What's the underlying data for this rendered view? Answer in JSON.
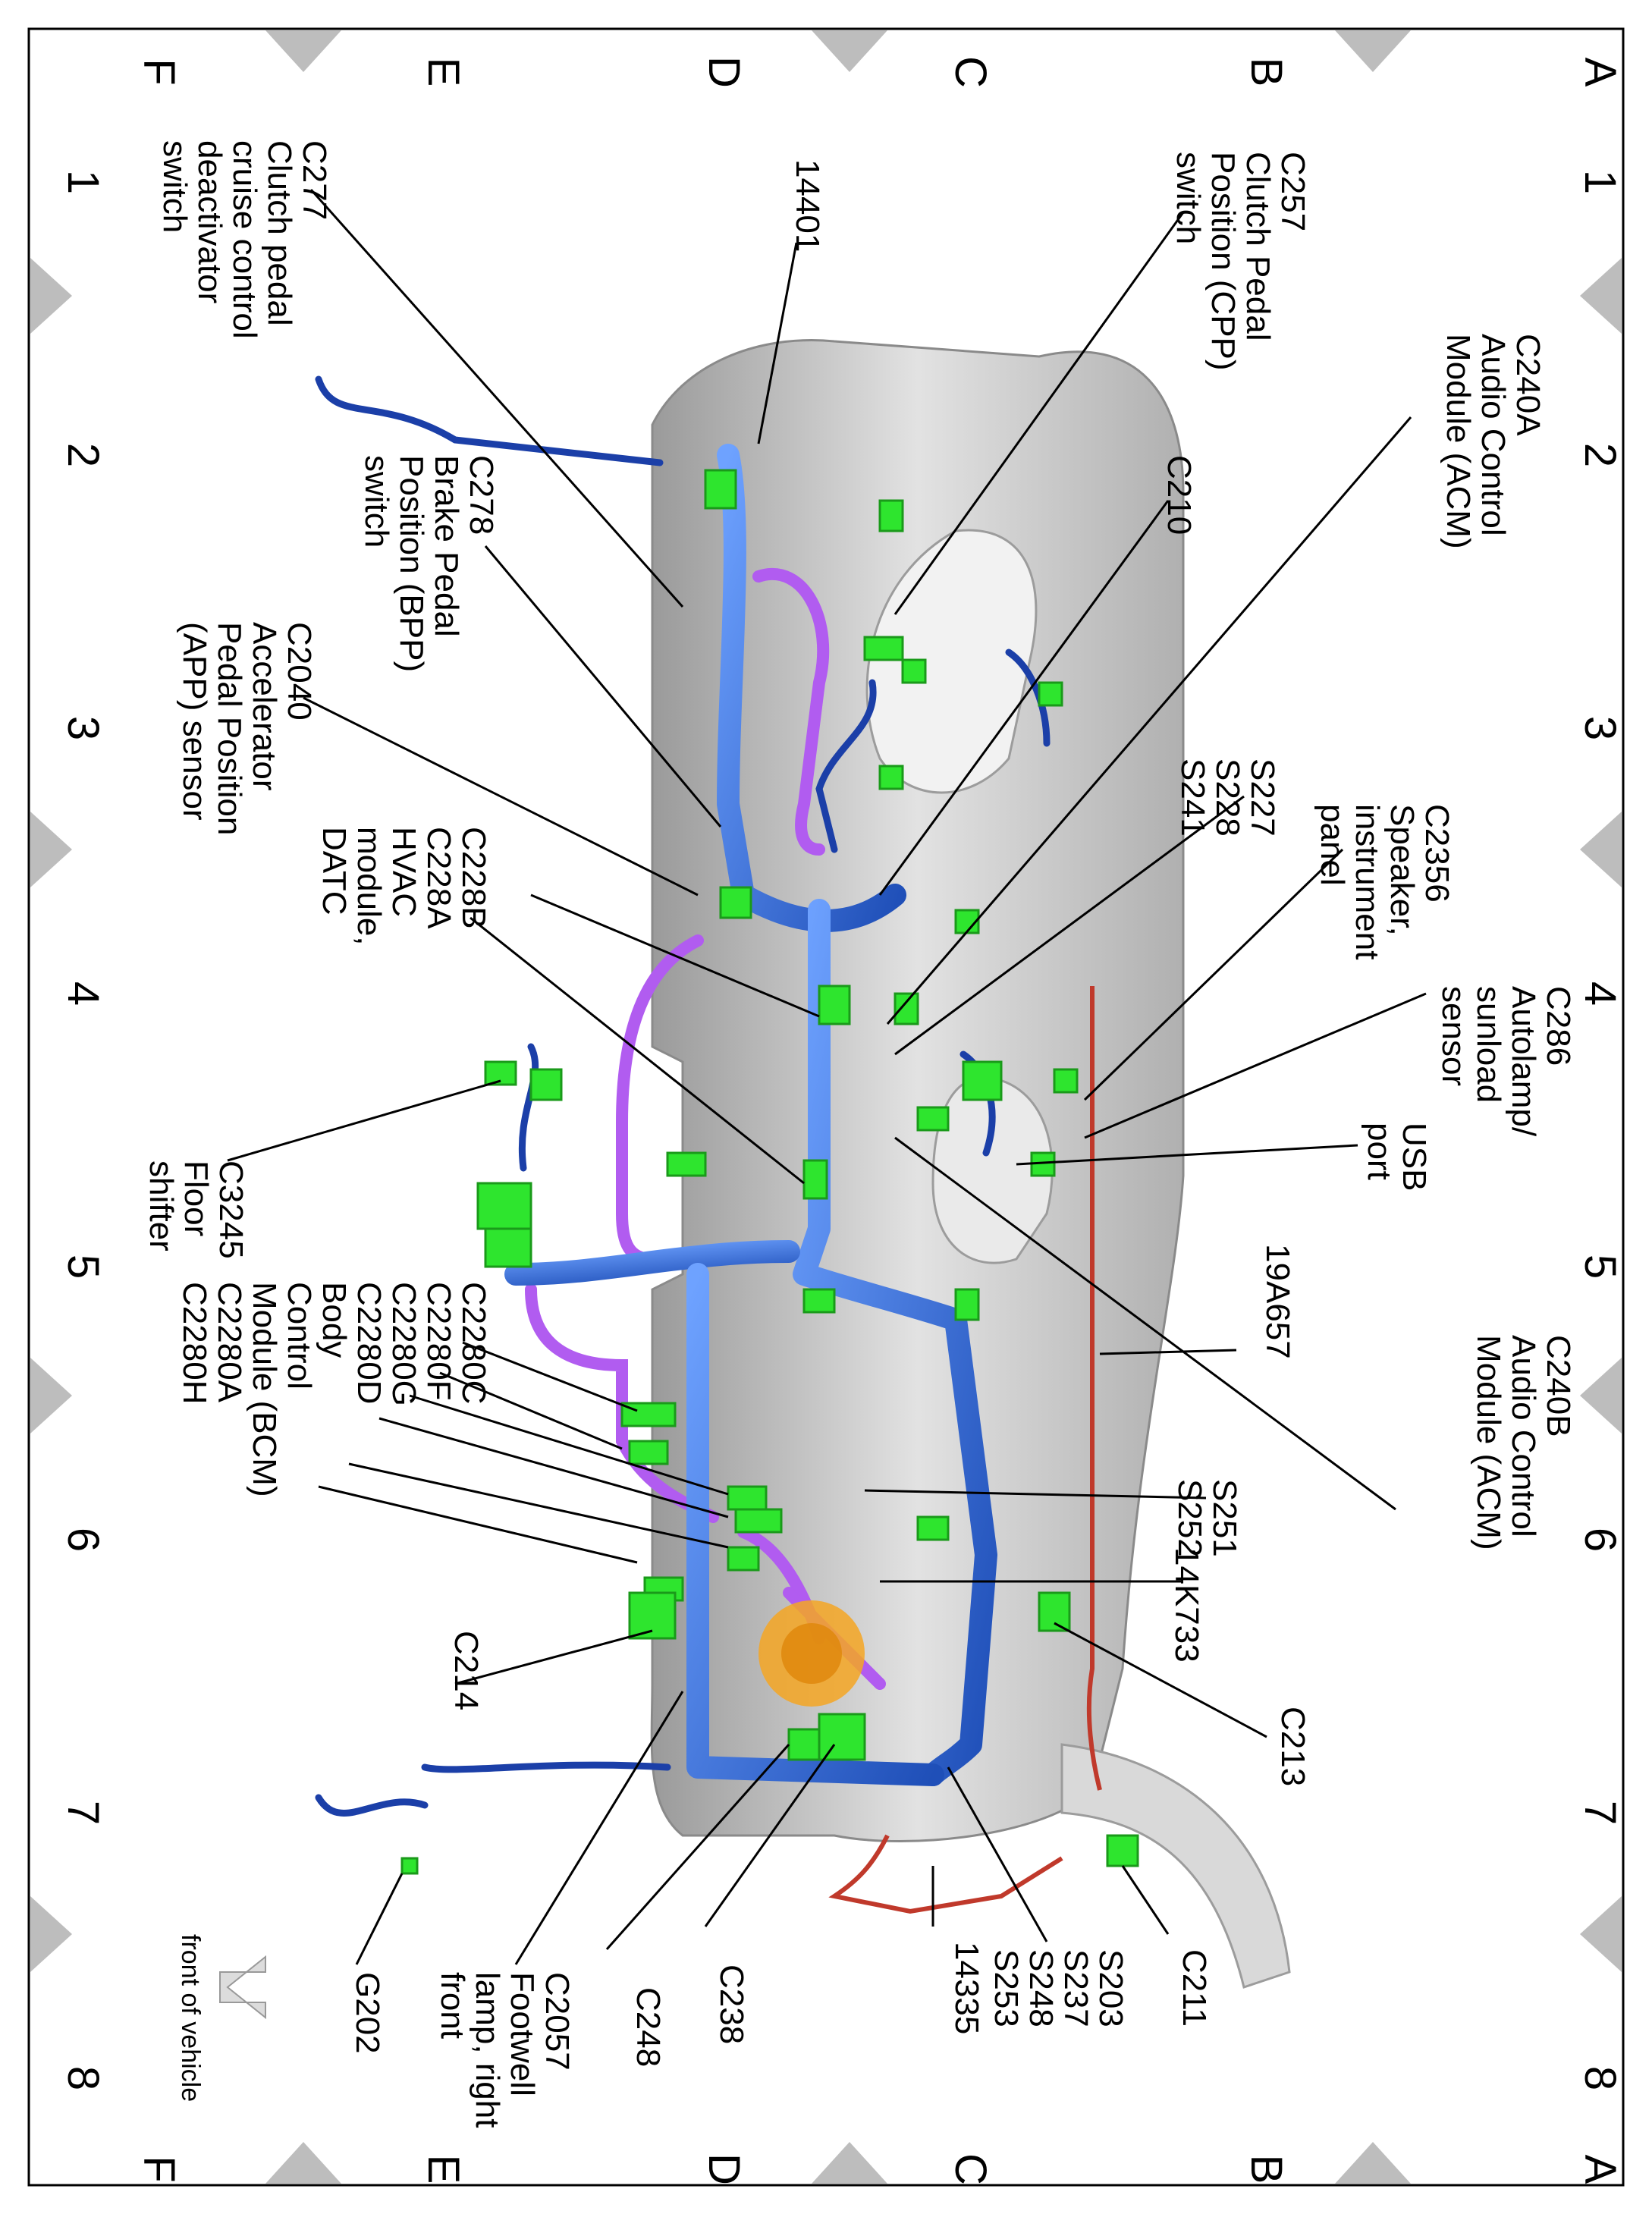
{
  "grid": {
    "columns": [
      "1",
      "2",
      "3",
      "4",
      "5",
      "6",
      "7",
      "8"
    ],
    "rows": [
      "A",
      "B",
      "C",
      "D",
      "E",
      "F"
    ]
  },
  "callouts": {
    "c277": [
      "C277",
      "Clutch pedal",
      "cruise control",
      "deactivator",
      "switch"
    ],
    "p14401": [
      "14401"
    ],
    "c257": [
      "C257",
      "Clutch Pedal",
      "Position (CPP)",
      "switch"
    ],
    "c240a": [
      "C240A",
      "Audio Control",
      "Module (ACM)"
    ],
    "c210": [
      "C210"
    ],
    "c278": [
      "C278",
      "Brake Pedal",
      "Position (BPP)",
      "switch"
    ],
    "c2040": [
      "C2040",
      "Accelerator",
      "Pedal Position",
      "(APP) sensor"
    ],
    "c228": [
      "C228B",
      "C228A",
      "HVAC",
      "module,",
      "DATC"
    ],
    "s227": [
      "S227",
      "S228",
      "S241"
    ],
    "c2356": [
      "C2356",
      "Speaker,",
      "instrument",
      "panel"
    ],
    "c286": [
      "C286",
      "Autolamp/",
      "sunload",
      "sensor"
    ],
    "usb": [
      "USB",
      "port"
    ],
    "c3245": [
      "C3245",
      "Floor",
      "shifter"
    ],
    "c240b": [
      "C240B",
      "Audio Control",
      "Module (ACM)"
    ],
    "p19a657": [
      "19A657"
    ],
    "bcm": [
      "C2280C",
      "C2280F",
      "C2280G",
      "C2280D",
      "Body",
      "Control",
      "Module (BCM)",
      "C2280A",
      "C2280H"
    ],
    "s251": [
      "S251",
      "S252"
    ],
    "p14k733": [
      "14K733"
    ],
    "c214": [
      "C214"
    ],
    "c213": [
      "C213"
    ],
    "c2057": [
      "C2057",
      "Footwell",
      "lamp, right",
      "front"
    ],
    "c248": [
      "C248"
    ],
    "c238": [
      "C238"
    ],
    "g202": [
      "G202"
    ],
    "s203": [
      "S203",
      "S237",
      "S248",
      "S253"
    ],
    "p14335": [
      "14335"
    ],
    "c211": [
      "C211"
    ],
    "front": [
      "front of vehicle"
    ]
  },
  "colors": {
    "harness_blue": "#2f6fd6",
    "harness_dark_blue": "#1b3fa8",
    "harness_purple": "#b15cf0",
    "harness_red": "#c0392b",
    "connector_green": "#2ee52e",
    "panel_gray": "#c8c8c8",
    "grid_gray": "#bdbdbd"
  }
}
